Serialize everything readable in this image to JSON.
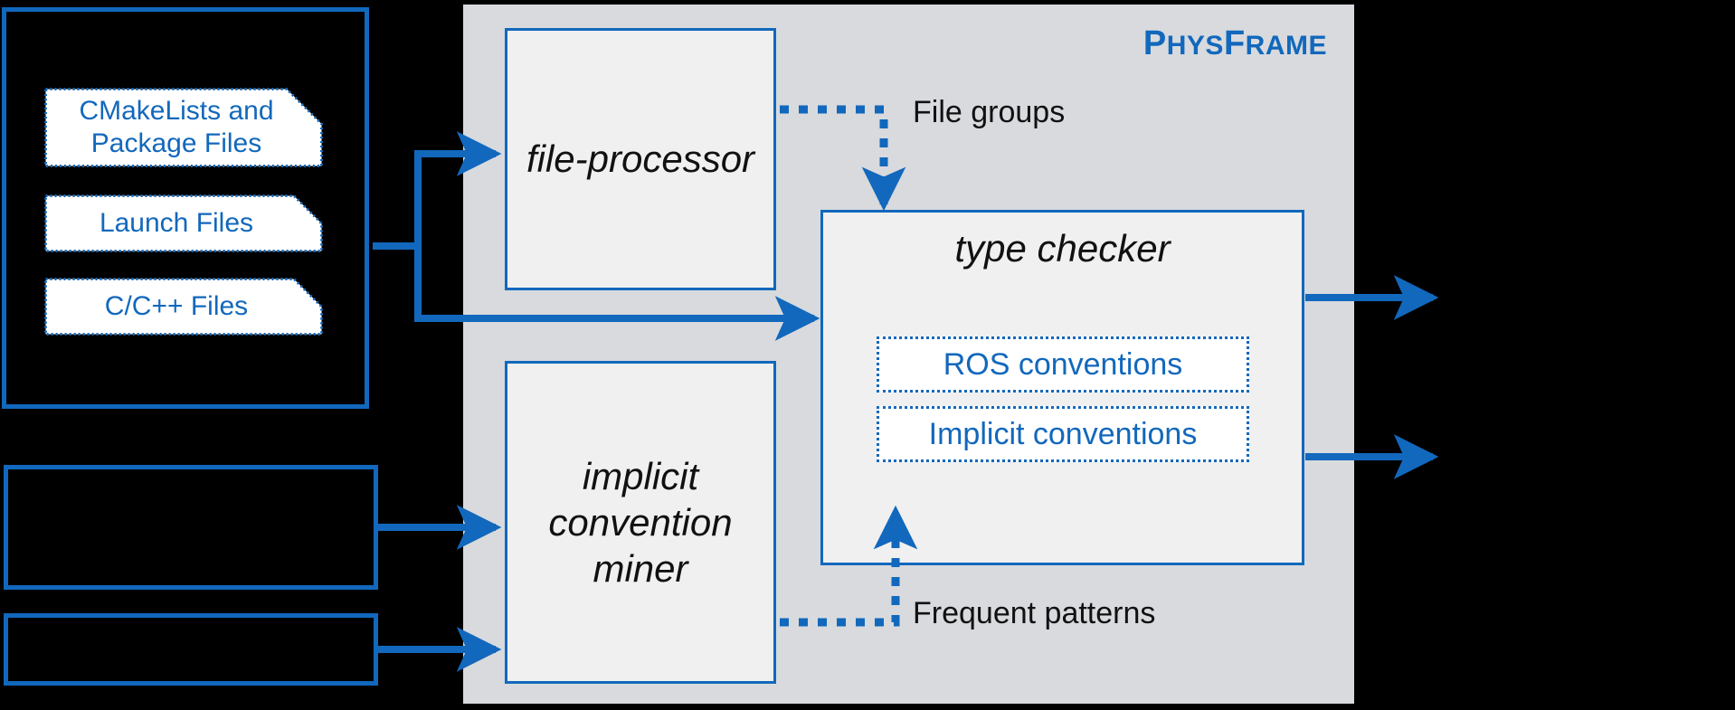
{
  "frame": {
    "title_main": "P",
    "title": "PHYSFRAME",
    "title_lead1": "P",
    "title_rest1": "HYS",
    "title_lead2": "F",
    "title_rest2": "RAME",
    "accent_color": "#1268bc",
    "panel_color": "#d8dade",
    "module_fill": "#f0f0f0"
  },
  "inputs": {
    "files": [
      {
        "label": "CMakeLists and Package Files"
      },
      {
        "label": "Launch Files"
      },
      {
        "label": "C/C++ Files"
      }
    ],
    "empty_boxes": [
      {
        "label": ""
      },
      {
        "label": ""
      }
    ]
  },
  "modules": {
    "file_processor": "file-processor",
    "miner": "implicit convention miner",
    "type_checker": "type checker"
  },
  "conventions": [
    {
      "label": "ROS conventions"
    },
    {
      "label": "Implicit conventions"
    }
  ],
  "edges": {
    "file_groups": "File groups",
    "frequent_patterns": "Frequent patterns"
  }
}
